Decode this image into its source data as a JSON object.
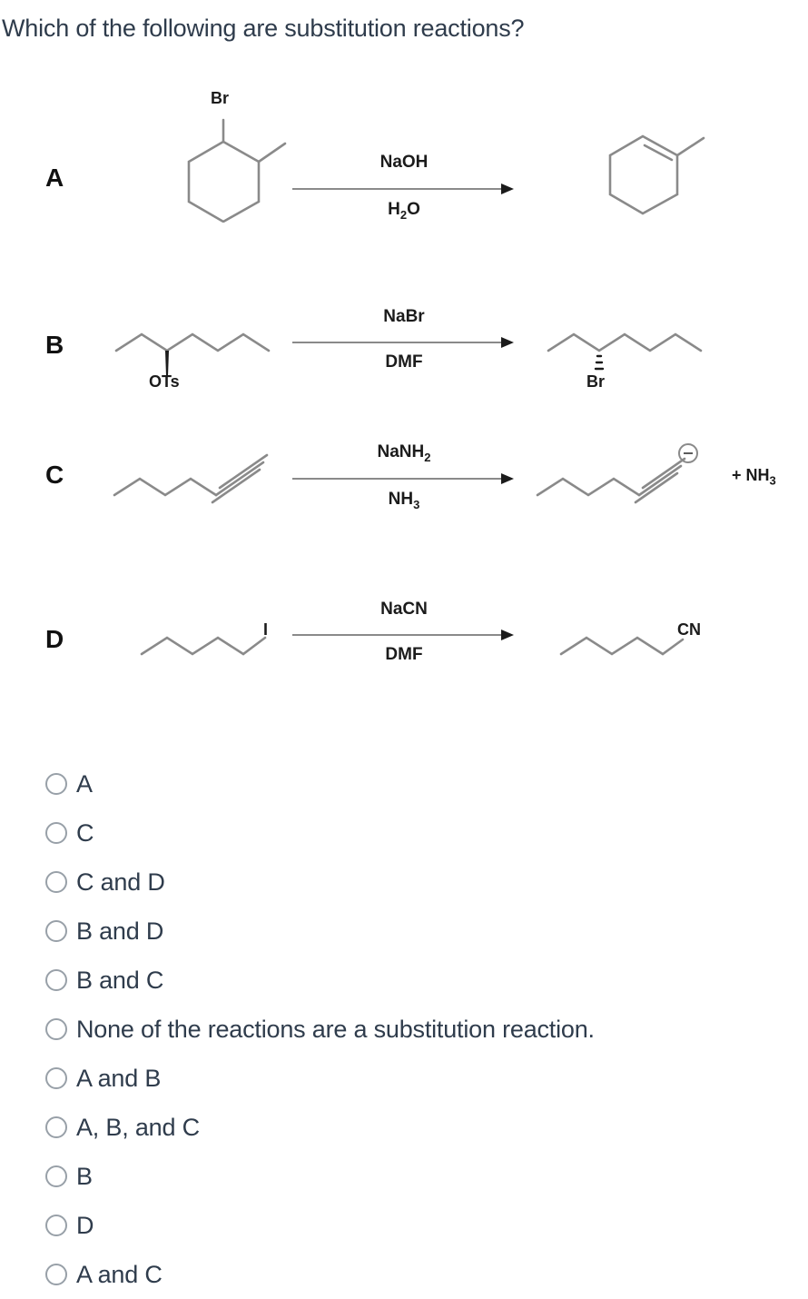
{
  "question": {
    "prompt": "Which of the following are substitution reactions?"
  },
  "reactions": [
    {
      "label": "A",
      "reagent_top": "NaOH",
      "reagent_bottom": "H2O",
      "reagent_bottom_main": "H",
      "reagent_bottom_sub": "2",
      "reagent_bottom_tail": "O",
      "reactant_name": "1-bromo-2-methylcyclohexane",
      "reactant_atom_label": "Br",
      "product_name": "1-methylcyclohexene",
      "product_atom_label": "",
      "byproduct": ""
    },
    {
      "label": "B",
      "reagent_top": "NaBr",
      "reagent_bottom": "DMF",
      "reactant_name": "heptan-3-yl tosylate",
      "reactant_atom_label": "OTs",
      "product_name": "3-bromoheptane",
      "product_atom_label": "Br",
      "byproduct": ""
    },
    {
      "label": "C",
      "reagent_top": "NaNH2",
      "reagent_top_main": "NaNH",
      "reagent_top_sub": "2",
      "reagent_bottom": "NH3",
      "reagent_bottom_main": "NH",
      "reagent_bottom_sub": "3",
      "reactant_name": "1-heptyne",
      "reactant_atom_label": "",
      "product_name": "heptynyl acetylide anion",
      "product_atom_label": "⊖",
      "byproduct": "+ NH3",
      "byproduct_main": "+ NH",
      "byproduct_sub": "3"
    },
    {
      "label": "D",
      "reagent_top": "NaCN",
      "reagent_bottom": "DMF",
      "reactant_name": "1-iodopentane",
      "reactant_atom_label": "I",
      "product_name": "hexanenitrile",
      "product_atom_label": "CN",
      "byproduct": ""
    }
  ],
  "options": [
    {
      "id": "opt-a",
      "label": "A"
    },
    {
      "id": "opt-c",
      "label": "C"
    },
    {
      "id": "opt-c-and-d",
      "label": "C and D"
    },
    {
      "id": "opt-b-and-d",
      "label": "B and D"
    },
    {
      "id": "opt-b-and-c",
      "label": "B and C"
    },
    {
      "id": "opt-none",
      "label": "None of the reactions are a substitution reaction."
    },
    {
      "id": "opt-a-and-b",
      "label": "A and B"
    },
    {
      "id": "opt-a-b-and-c",
      "label": "A, B, and C"
    },
    {
      "id": "opt-b",
      "label": "B"
    },
    {
      "id": "opt-d",
      "label": "D"
    },
    {
      "id": "opt-a-and-c",
      "label": "A and C"
    }
  ],
  "colors": {
    "text": "#2f3c4c",
    "structure_line": "#8a8a8a",
    "atom_label": "#1b1b1b",
    "radio_border": "#98a0a8",
    "background": "#ffffff"
  }
}
